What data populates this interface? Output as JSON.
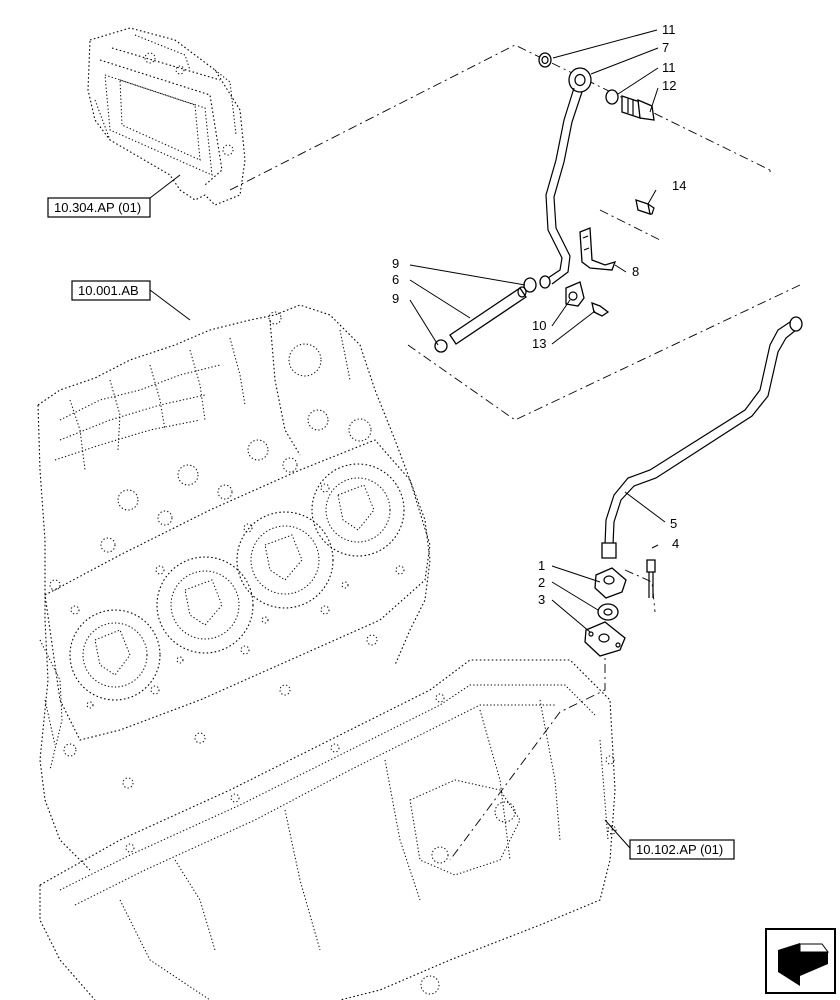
{
  "callouts": {
    "c11a": "11",
    "c7": "7",
    "c11b": "11",
    "c12": "12",
    "c14": "14",
    "c8": "8",
    "c9a": "9",
    "c6": "6",
    "c9b": "9",
    "c10": "10",
    "c13": "13",
    "c5": "5",
    "c4": "4",
    "c1": "1",
    "c2": "2",
    "c3": "3"
  },
  "references": {
    "oil_cooler": "10.304.AP (01)",
    "engine_block": "10.001.AB",
    "oil_pan": "10.102.AP (01)"
  },
  "nav_icon": "arrow-back-icon"
}
